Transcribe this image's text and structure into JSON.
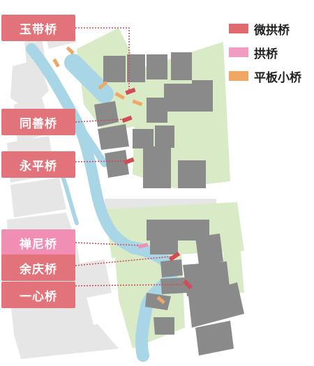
{
  "legend": {
    "items": [
      {
        "label": "微拱桥",
        "color": "#e06a6f"
      },
      {
        "label": "拱桥",
        "color": "#f39cc2"
      },
      {
        "label": "平板小桥",
        "color": "#f0a763"
      }
    ]
  },
  "bridges": [
    {
      "label": "玉带桥",
      "color": "#e2737a"
    },
    {
      "label": "同善桥",
      "color": "#e2737a"
    },
    {
      "label": "永平桥",
      "color": "#e2737a"
    },
    {
      "label": "禅尼桥",
      "color": "#f18eb4"
    },
    {
      "label": "余庆桥",
      "color": "#e2737a"
    },
    {
      "label": "一心桥",
      "color": "#e2737a"
    }
  ],
  "colors": {
    "water": "#a9d6e6",
    "green": "#d9ebc6",
    "building": "#8a8a8a",
    "ghost_building": "#e6e6e6",
    "leader_line": "#c94a56"
  }
}
